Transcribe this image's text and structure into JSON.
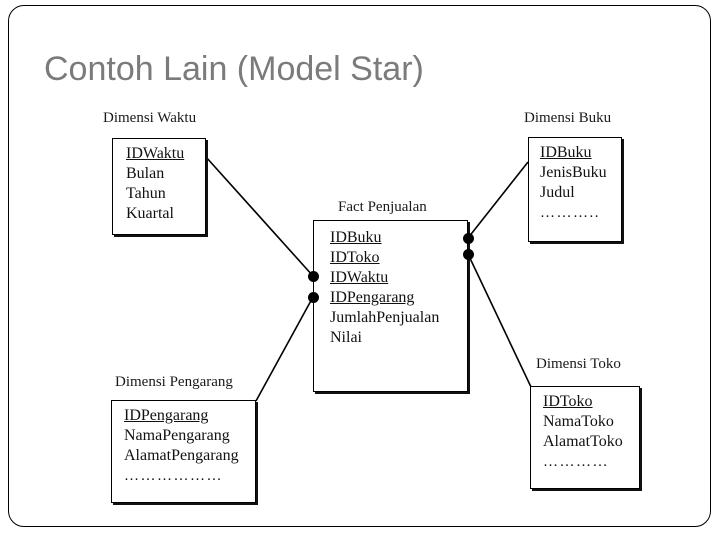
{
  "slide": {
    "title": "Contoh Lain (Model Star)",
    "title_color": "#7b7b7b",
    "background": "#ffffff"
  },
  "diagram": {
    "type": "star-schema",
    "line_color": "#000000",
    "entities": [
      {
        "id": "dim-waktu",
        "label": "Dimensi Waktu",
        "role": "dimension",
        "fields": [
          {
            "name": "IDWaktu",
            "key": true
          },
          {
            "name": "Bulan",
            "key": false
          },
          {
            "name": "Tahun",
            "key": false
          },
          {
            "name": "Kuartal",
            "key": false
          }
        ]
      },
      {
        "id": "dim-buku",
        "label": "Dimensi Buku",
        "role": "dimension",
        "fields": [
          {
            "name": "IDBuku",
            "key": true
          },
          {
            "name": "JenisBuku",
            "key": false
          },
          {
            "name": "Judul",
            "key": false
          },
          {
            "name": "………..",
            "key": false,
            "dots": true
          }
        ]
      },
      {
        "id": "fact-penjualan",
        "label": "Fact Penjualan",
        "role": "fact",
        "fields": [
          {
            "name": "IDBuku",
            "key": true
          },
          {
            "name": "IDToko",
            "key": true
          },
          {
            "name": "IDWaktu",
            "key": true
          },
          {
            "name": "IDPengarang",
            "key": true
          },
          {
            "name": "JumlahPenjualan",
            "key": false
          },
          {
            "name": "Nilai",
            "key": false
          }
        ]
      },
      {
        "id": "dim-pengarang",
        "label": "Dimensi Pengarang",
        "role": "dimension",
        "fields": [
          {
            "name": "IDPengarang",
            "key": true
          },
          {
            "name": "NamaPengarang",
            "key": false
          },
          {
            "name": "AlamatPengarang",
            "key": false
          },
          {
            "name": "………………",
            "key": false,
            "dots": true
          }
        ]
      },
      {
        "id": "dim-toko",
        "label": "Dimensi Toko",
        "role": "dimension",
        "fields": [
          {
            "name": "IDToko",
            "key": true
          },
          {
            "name": "NamaToko",
            "key": false
          },
          {
            "name": "AlamatToko",
            "key": false
          },
          {
            "name": "…………",
            "key": false,
            "dots": true
          }
        ]
      }
    ],
    "relationships": [
      {
        "from": "dim-waktu",
        "to": "fact-penjualan"
      },
      {
        "from": "dim-pengarang",
        "to": "fact-penjualan"
      },
      {
        "from": "dim-buku",
        "to": "fact-penjualan"
      },
      {
        "from": "dim-toko",
        "to": "fact-penjualan"
      }
    ]
  }
}
